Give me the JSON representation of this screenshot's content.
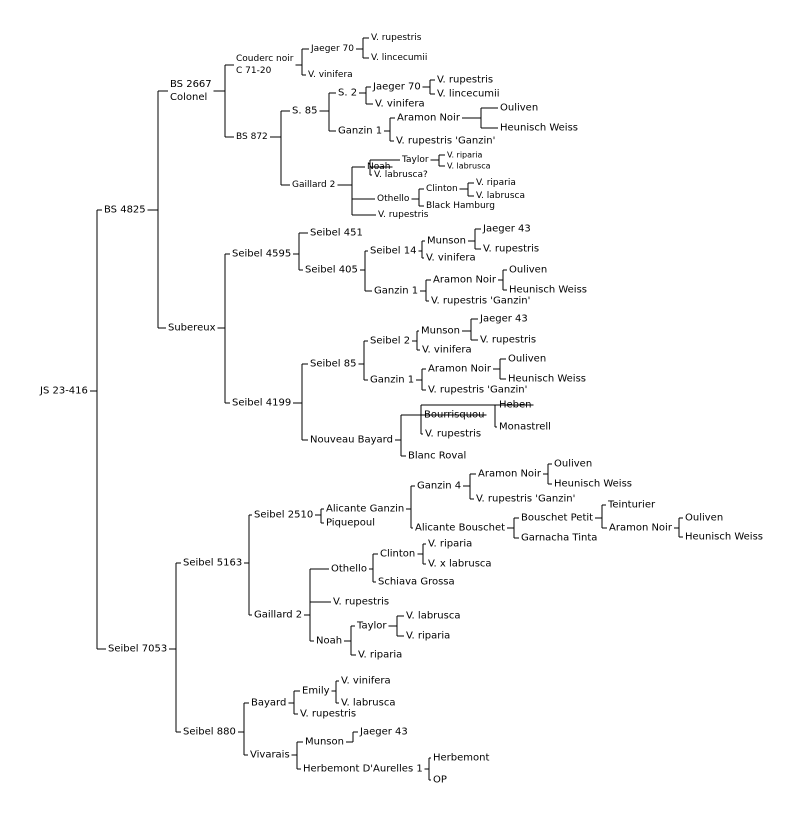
{
  "pedigree": {
    "label": "JS 23-416",
    "children": [
      {
        "label": "BS 4825",
        "children": [
          {
            "label": "BS 2667 Colonel",
            "children": [
              {
                "label": "Couderc noir C 71-20",
                "children": [
                  {
                    "label": "Jaeger 70",
                    "children": [
                      {
                        "label": "V. rupestris"
                      },
                      {
                        "label": "V. lincecumii"
                      }
                    ]
                  },
                  {
                    "label": "V. vinifera"
                  }
                ]
              },
              {
                "label": "BS 872",
                "children": [
                  {
                    "label": "S. 85",
                    "children": [
                      {
                        "label": "S. 2",
                        "children": [
                          {
                            "label": "Jaeger 70",
                            "children": [
                              {
                                "label": "V. rupestris"
                              },
                              {
                                "label": "V. lincecumii"
                              }
                            ]
                          },
                          {
                            "label": "V. vinifera"
                          }
                        ]
                      },
                      {
                        "label": "Ganzin 1",
                        "children": [
                          {
                            "label": "Aramon Noir",
                            "children": [
                              {
                                "label": "Ouliven"
                              },
                              {
                                "label": "Heunisch Weiss"
                              }
                            ]
                          },
                          {
                            "label": "V. rupestris 'Ganzin'"
                          }
                        ]
                      }
                    ]
                  },
                  {
                    "label": "Gaillard 2",
                    "children": [
                      {
                        "label": "Noah",
                        "children": [
                          {
                            "label": "Taylor",
                            "children": [
                              {
                                "label": "V. riparia"
                              },
                              {
                                "label": "V. labrusca"
                              }
                            ]
                          },
                          {
                            "label": "V. labrusca?"
                          }
                        ]
                      },
                      {
                        "label": "Othello",
                        "children": [
                          {
                            "label": "Clinton",
                            "children": [
                              {
                                "label": "V. riparia"
                              },
                              {
                                "label": "V. labrusca"
                              }
                            ]
                          },
                          {
                            "label": "Black Hamburg"
                          }
                        ]
                      },
                      {
                        "label": "V. rupestris"
                      }
                    ]
                  }
                ]
              }
            ]
          },
          {
            "label": "Subereux",
            "children": [
              {
                "label": "Seibel 4595",
                "children": [
                  {
                    "label": "Seibel 451"
                  },
                  {
                    "label": "Seibel 405",
                    "children": [
                      {
                        "label": "Seibel 14",
                        "children": [
                          {
                            "label": "Munson",
                            "children": [
                              {
                                "label": "Jaeger 43"
                              },
                              {
                                "label": "V. rupestris"
                              }
                            ]
                          },
                          {
                            "label": "V. vinifera"
                          }
                        ]
                      },
                      {
                        "label": "Ganzin 1",
                        "children": [
                          {
                            "label": "Aramon Noir",
                            "children": [
                              {
                                "label": "Ouliven"
                              },
                              {
                                "label": "Heunisch Weiss"
                              }
                            ]
                          },
                          {
                            "label": "V. rupestris 'Ganzin'"
                          }
                        ]
                      }
                    ]
                  }
                ]
              },
              {
                "label": "Seibel 4199",
                "children": [
                  {
                    "label": "Seibel 85",
                    "children": [
                      {
                        "label": "Seibel 2",
                        "children": [
                          {
                            "label": "Munson",
                            "children": [
                              {
                                "label": "Jaeger 43"
                              },
                              {
                                "label": "V. rupestris"
                              }
                            ]
                          },
                          {
                            "label": "V. vinifera"
                          }
                        ]
                      },
                      {
                        "label": "Ganzin 1",
                        "children": [
                          {
                            "label": "Aramon Noir",
                            "children": [
                              {
                                "label": "Ouliven"
                              },
                              {
                                "label": "Heunisch Weiss"
                              }
                            ]
                          },
                          {
                            "label": "V. rupestris 'Ganzin'"
                          }
                        ]
                      }
                    ]
                  },
                  {
                    "label": "Nouveau Bayard",
                    "children": [
                      {
                        "label": "Bourrisquou",
                        "children": [
                          {
                            "label": "V. rupestris"
                          },
                          {
                            "label": "Heben",
                            "children": [
                              {
                                "label": "Monastrell"
                              }
                            ]
                          }
                        ]
                      },
                      {
                        "label": "Blanc Roval"
                      }
                    ]
                  }
                ]
              }
            ]
          }
        ]
      },
      {
        "label": "Seibel 7053",
        "children": [
          {
            "label": "Seibel 5163",
            "children": [
              {
                "label": "Seibel 2510",
                "children": [
                  {
                    "label": "Alicante Ganzin",
                    "children": [
                      {
                        "label": "Ganzin 4",
                        "children": [
                          {
                            "label": "Aramon Noir",
                            "children": [
                              {
                                "label": "Ouliven"
                              },
                              {
                                "label": "Heunisch Weiss"
                              }
                            ]
                          },
                          {
                            "label": "V. rupestris 'Ganzin'"
                          }
                        ]
                      },
                      {
                        "label": "Alicante Bouschet",
                        "children": [
                          {
                            "label": "Bouschet Petit",
                            "children": [
                              {
                                "label": "Teinturier"
                              },
                              {
                                "label": "Aramon Noir",
                                "children": [
                                  {
                                    "label": "Ouliven"
                                  },
                                  {
                                    "label": "Heunisch Weiss"
                                  }
                                ]
                              }
                            ]
                          },
                          {
                            "label": "Garnacha Tinta"
                          }
                        ]
                      }
                    ]
                  },
                  {
                    "label": "Piquepoul"
                  }
                ]
              },
              {
                "label": "Gaillard 2",
                "children": [
                  {
                    "label": "Othello",
                    "children": [
                      {
                        "label": "Clinton",
                        "children": [
                          {
                            "label": "V. riparia"
                          },
                          {
                            "label": "V. x labrusca"
                          }
                        ]
                      },
                      {
                        "label": "Schiava Grossa"
                      }
                    ]
                  },
                  {
                    "label": "V. rupestris"
                  },
                  {
                    "label": "Noah",
                    "children": [
                      {
                        "label": "Taylor",
                        "children": [
                          {
                            "label": "V. labrusca"
                          },
                          {
                            "label": "V. riparia"
                          }
                        ]
                      },
                      {
                        "label": "V. riparia"
                      }
                    ]
                  }
                ]
              }
            ]
          },
          {
            "label": "Seibel 880",
            "children": [
              {
                "label": "Bayard",
                "children": [
                  {
                    "label": "Emily",
                    "children": [
                      {
                        "label": "V. vinifera"
                      },
                      {
                        "label": "V. labrusca"
                      }
                    ]
                  },
                  {
                    "label": "V. rupestris"
                  }
                ]
              },
              {
                "label": "Vivarais",
                "children": [
                  {
                    "label": "Munson",
                    "children": [
                      {
                        "label": "Jaeger 43"
                      },
                      {
                        "label": "V. rupestris"
                      }
                    ]
                  },
                  {
                    "label": "Herbemont D'Aurelles 1",
                    "children": [
                      {
                        "label": "Herbemont"
                      },
                      {
                        "label": "OP"
                      }
                    ]
                  }
                ]
              }
            ]
          }
        ]
      }
    ]
  }
}
